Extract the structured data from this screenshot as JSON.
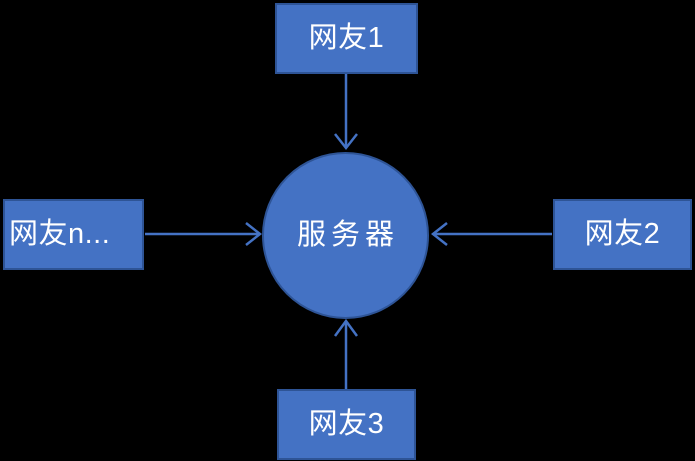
{
  "diagram": {
    "title_hidden": "",
    "background_color": "#000000",
    "node_fill": "#4472C4",
    "node_stroke": "#2E5496",
    "arrow_color": "#4472C4",
    "text_color": "#FFFFFF",
    "center": {
      "id": "server",
      "label": "服务器",
      "shape": "circle"
    },
    "peers": [
      {
        "id": "user1",
        "label": "网友1",
        "shape": "rectangle",
        "position": "top"
      },
      {
        "id": "user2",
        "label": "网友2",
        "shape": "rectangle",
        "position": "right"
      },
      {
        "id": "user3",
        "label": "网友3",
        "shape": "rectangle",
        "position": "bottom"
      },
      {
        "id": "usern",
        "label": "网友n...",
        "shape": "rectangle",
        "position": "left"
      }
    ],
    "connections": [
      {
        "from": "user1",
        "to": "server",
        "direction": "down"
      },
      {
        "from": "user2",
        "to": "server",
        "direction": "left"
      },
      {
        "from": "user3",
        "to": "server",
        "direction": "up"
      },
      {
        "from": "usern",
        "to": "server",
        "direction": "right"
      }
    ]
  }
}
